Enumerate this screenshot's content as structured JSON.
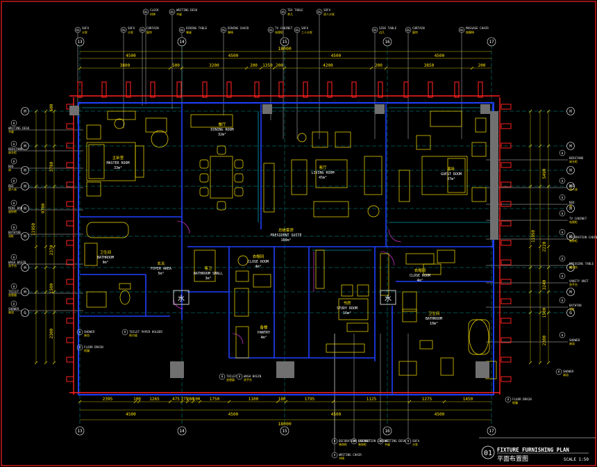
{
  "title_block": {
    "number": "01",
    "title_en": "FIXTURE FURNISHING PLAN",
    "title_cn": "平面布置图",
    "scale": "SCALE 1:50"
  },
  "grid_axes": {
    "vertical": [
      "13",
      "14",
      "15",
      "16",
      "17"
    ],
    "horizontal_left": [
      "H",
      "H",
      "H",
      "H",
      "H",
      "H",
      "H",
      "H",
      "G"
    ],
    "horizontal_right": [
      "H",
      "H",
      "H",
      "H",
      "H",
      "H",
      "H",
      "H",
      "G"
    ]
  },
  "top_dimensions": {
    "overall": "18000",
    "segments_row1": [
      "4500",
      "4500",
      "4500",
      "4500"
    ],
    "segments_row2": [
      "3800",
      "500",
      "3200",
      "200",
      "1350",
      "200",
      "4200",
      "200",
      "3850",
      "200"
    ]
  },
  "bottom_dimensions": {
    "segments_row1": [
      "2395",
      "100",
      "1265",
      "475",
      "275",
      "280",
      "100",
      "1750",
      "1100",
      "180",
      "1795",
      "1125",
      "1275",
      "1450"
    ],
    "segments_row2": [
      "4500",
      "4500",
      "4500",
      "4500"
    ],
    "overall": "18000"
  },
  "left_dimensions": [
    "600",
    "3780",
    "9700",
    "2370",
    "1500",
    "2300",
    "11950"
  ],
  "right_dimensions": [
    "5490",
    "11950",
    "2220",
    "3240",
    "1500",
    "2300"
  ],
  "rooms": [
    {
      "en": "MASTER ROOM",
      "cn": "主卧室",
      "area": "33m²"
    },
    {
      "en": "DINING ROOM",
      "cn": "餐厅",
      "area": "32m²"
    },
    {
      "en": "LIVING ROOM",
      "cn": "客厅",
      "area": "45m²"
    },
    {
      "en": "GUEST ROOM",
      "cn": "客卧",
      "area": "37m²"
    },
    {
      "en": "PRESIDENT SUITE",
      "cn": "总统套房",
      "area": "160m²"
    },
    {
      "en": "BATHROOM",
      "cn": "卫生间",
      "area": "9m²"
    },
    {
      "en": "FOYER AREA",
      "cn": "玄关",
      "area": "5m²"
    },
    {
      "en": "BATHROOM SMALL",
      "cn": "客卫",
      "area": "3m²"
    },
    {
      "en": "CLOSE ROOM",
      "cn": "衣帽间",
      "area": "4m²"
    },
    {
      "en": "PANTRY",
      "cn": "备餐",
      "area": "4m²"
    },
    {
      "en": "STUDY ROOM",
      "cn": "书房",
      "area": "16m²"
    },
    {
      "en": "CLOSE ROOM",
      "cn": "衣帽间",
      "area": "4m²"
    },
    {
      "en": "BATHROOM",
      "cn": "卫生间",
      "area": "10m²"
    }
  ],
  "top_tags": [
    {
      "code": "DS",
      "en": "CLOCK",
      "cn": "时钟"
    },
    {
      "code": "DS",
      "en": "WRITING DESK",
      "cn": "书桌"
    },
    {
      "code": "DS",
      "en": "TEA TABLE",
      "cn": "茶几"
    },
    {
      "code": "DS",
      "en": "SOFA",
      "cn": "双人沙发"
    },
    {
      "code": "DS",
      "en": "SOFA",
      "cn": "沙发"
    },
    {
      "code": "DS",
      "en": "SOFA",
      "cn": "沙发"
    },
    {
      "code": "DS",
      "en": "CURTAIN",
      "cn": "窗帘"
    },
    {
      "code": "DS",
      "en": "DINING TABLE",
      "cn": "餐桌"
    },
    {
      "code": "DS",
      "en": "DINING CHAIR",
      "cn": "餐椅"
    },
    {
      "code": "DS",
      "en": "TV CABINET",
      "cn": "电视柜"
    },
    {
      "code": "DS",
      "en": "SOFA",
      "cn": "三人沙发"
    },
    {
      "code": "DS",
      "en": "SIDE TABLE",
      "cn": "边几"
    },
    {
      "code": "DS",
      "en": "CURTAIN",
      "cn": "窗帘"
    },
    {
      "code": "DS",
      "en": "MASSAGE CHAIR",
      "cn": "按摩椅"
    }
  ],
  "left_tags": [
    {
      "code": "H",
      "en": "WRITING DESK",
      "cn": "书桌"
    },
    {
      "code": "H",
      "en": "BEDSTAND",
      "cn": "床头柜"
    },
    {
      "code": "H",
      "en": "BED",
      "cn": "床"
    },
    {
      "code": "H",
      "en": "BED",
      "cn": "双人床"
    },
    {
      "code": "H",
      "en": "MINI BAR",
      "cn": "迷你吧"
    },
    {
      "code": "H",
      "en": "BATHTUB",
      "cn": "浴缸"
    },
    {
      "code": "H",
      "en": "WASH BASIN",
      "cn": "洗手台"
    },
    {
      "code": "H",
      "en": "TOILET",
      "cn": "坐便器"
    },
    {
      "code": "H",
      "en": "SHOWER",
      "cn": "淋浴"
    }
  ],
  "right_tags": [
    {
      "code": "H",
      "en": "BEDSTAND",
      "cn": "床头柜"
    },
    {
      "code": "H",
      "en": "BED",
      "cn": "双人床"
    },
    {
      "code": "H",
      "en": "BED",
      "cn": "床"
    },
    {
      "code": "H",
      "en": "TV CABINET",
      "cn": "电视柜"
    },
    {
      "code": "H",
      "en": "DECORATION CABINET",
      "cn": "装饰柜"
    },
    {
      "code": "H",
      "en": "DRESSING TABLE",
      "cn": "梳妆台"
    },
    {
      "code": "H",
      "en": "VANITY UNIT",
      "cn": "洗手台"
    },
    {
      "code": "H",
      "en": "BATHTUB",
      "cn": "浴缸"
    },
    {
      "code": "H",
      "en": "SHOWER",
      "cn": "淋浴"
    }
  ],
  "bottom_tags": [
    {
      "code": "H",
      "en": "SHOWER",
      "cn": "淋浴"
    },
    {
      "code": "H",
      "en": "TOILET PAPER HOLDER",
      "cn": "纸巾架"
    },
    {
      "code": "H",
      "en": "FLOOR DRAIN",
      "cn": "地漏"
    },
    {
      "code": "H",
      "en": "TOILET",
      "cn": "坐便器"
    },
    {
      "code": "H",
      "en": "WASH BASIN",
      "cn": "洗手台"
    },
    {
      "code": "H",
      "en": "DECORATION CABINET",
      "cn": "装饰柜"
    },
    {
      "code": "H",
      "en": "DECORATION CABINET",
      "cn": "装饰柜"
    },
    {
      "code": "H",
      "en": "WRITING DESK",
      "cn": "书桌"
    },
    {
      "code": "H",
      "en": "WRITING CHAIR",
      "cn": "书椅"
    },
    {
      "code": "H",
      "en": "SOFA",
      "cn": "沙发"
    },
    {
      "code": "H",
      "en": "FLOOR DRAIN",
      "cn": "地漏"
    },
    {
      "code": "H",
      "en": "SHOWER",
      "cn": "淋浴"
    }
  ],
  "water_symbol": "水",
  "colors": {
    "background": "#000000",
    "column": "#ff2020",
    "wall": "#2040ff",
    "furniture": "#ffe600",
    "dimension": "#ffe600",
    "annotation": "#e6e6e6",
    "glass": "#00e0ff",
    "door": "#ff40ff"
  }
}
